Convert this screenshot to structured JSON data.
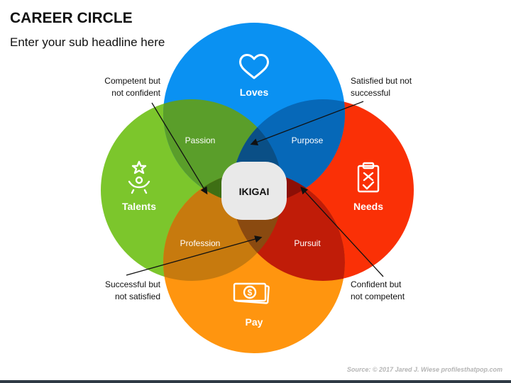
{
  "title": "CAREER CIRCLE",
  "subtitle": "Enter your sub headline here",
  "circles": {
    "top": {
      "label": "Loves",
      "color": "#0a91f2",
      "icon": "heart-icon"
    },
    "left": {
      "label": "Talents",
      "color": "#7cc62c",
      "icon": "star-person-icon"
    },
    "right": {
      "label": "Needs",
      "color": "#fa3006",
      "icon": "clipboard-checklist-icon"
    },
    "bottom": {
      "label": "Pay",
      "color": "#ff950f",
      "icon": "money-icon"
    }
  },
  "overlaps": {
    "top_left": "Passion",
    "top_right": "Purpose",
    "bottom_left": "Profession",
    "bottom_right": "Pursuit",
    "center": "IKIGAI"
  },
  "callouts": {
    "top_left": [
      "Competent but",
      "not confident"
    ],
    "top_right": [
      "Satisfied but not",
      "successful"
    ],
    "bottom_left": [
      "Successful but",
      "not satisfied"
    ],
    "bottom_right": [
      "Confident but",
      "not competent"
    ]
  },
  "source": "Source: © 2017 Jared J. Wiese profilesthatpop.com"
}
